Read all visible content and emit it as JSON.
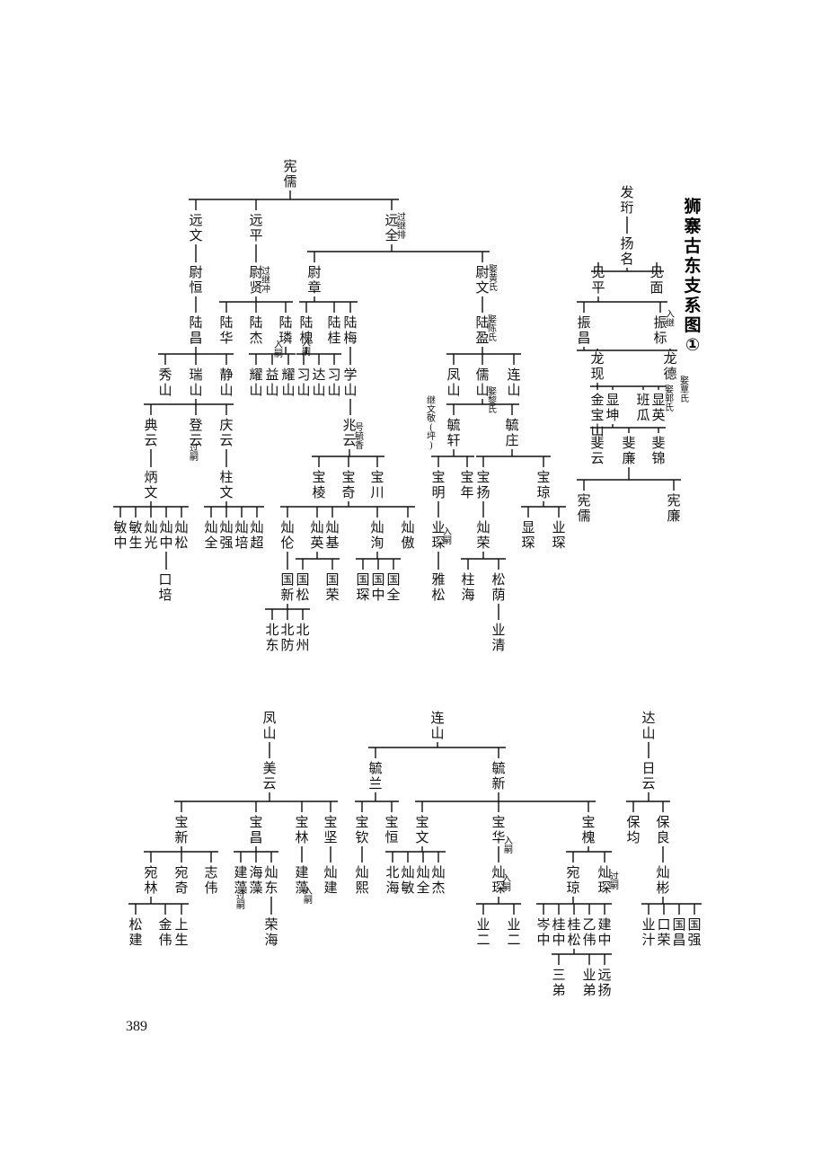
{
  "title": "狮寨古东支系图",
  "title_badge": "①",
  "page_number": "389",
  "names": {
    "n1": "宪儒",
    "n2": "远文",
    "n3": "远平",
    "n4": "远全",
    "n5": "尉恒",
    "n6": "尉贤",
    "n7": "尉章",
    "n8": "尉文",
    "n9": "陆昌",
    "n10": "陆华",
    "n11": "陆杰",
    "n12": "陆璘",
    "n13": "陆槐",
    "n14": "陆桂",
    "n15": "陆梅",
    "n16": "陆盈",
    "n17": "秀山",
    "n18": "瑞山",
    "n19": "静山",
    "n20": "耀山",
    "n21": "益山",
    "n22": "耀山",
    "n23": "习山",
    "n24": "达山",
    "n25": "习山",
    "n26": "学山",
    "n27": "凤山",
    "n28": "儒山",
    "n29": "连山",
    "n30": "典云",
    "n31": "登云",
    "n32": "庆云",
    "n33": "兆云",
    "n34": "毓轩",
    "n35": "毓庄",
    "n36": "炳文",
    "n37": "柱文",
    "n38": "宝棱",
    "n39": "宝奇",
    "n40": "宝川",
    "n41": "宝明",
    "n42": "宝年",
    "n43": "宝扬",
    "n44": "宝琼",
    "n45": "敏中",
    "n46": "敏生",
    "n47": "灿光",
    "n48": "灿中",
    "n49": "灿松",
    "n50": "灿全",
    "n51": "灿强",
    "n52": "灿培",
    "n53": "灿超",
    "n54": "灿伦",
    "n55": "灿英",
    "n56": "灿基",
    "n57": "灿洵",
    "n58": "灿傲",
    "n59": "业琛",
    "n60": "灿荣",
    "n61": "显琛",
    "n62": "业琛",
    "n63": "口培",
    "n64": "国新",
    "n65": "国松",
    "n66": "国荣",
    "n67": "国琛",
    "n68": "国中",
    "n69": "国全",
    "n70": "雅松",
    "n71": "柱海",
    "n72": "松荫",
    "n73": "北东",
    "n74": "北防",
    "n75": "北州",
    "n76": "业清",
    "r1": "发珩",
    "r2": "扬名",
    "r3": "见平",
    "r4": "见面",
    "r5": "振昌",
    "r6": "振标",
    "r7": "龙现",
    "r8": "龙德",
    "r9": "金宝山",
    "r10": "显坤",
    "r11": "班瓜",
    "r12": "显英",
    "r13": "斐云",
    "r14": "斐廉",
    "r15": "斐锦",
    "r16": "宪儒",
    "r17": "宪廉",
    "b1": "凤山",
    "b2": "连山",
    "b3": "达山",
    "b4": "美云",
    "b5": "毓兰",
    "b6": "毓新",
    "b7": "日云",
    "b8": "宝新",
    "b9": "宝昌",
    "b10": "宝林",
    "b11": "宝坚",
    "b12": "宝钦",
    "b13": "宝恒",
    "b14": "宝文",
    "b15": "宝华",
    "b16": "宝槐",
    "b17": "保均",
    "b18": "保良",
    "b19": "宛林",
    "b20": "宛奇",
    "b21": "志伟",
    "b22": "建藻",
    "b23": "海藻",
    "b24": "灿东",
    "b25": "建藻",
    "b26": "灿建",
    "b27": "灿熙",
    "b28": "北海",
    "b29": "灿敏",
    "b30": "灿全",
    "b31": "灿杰",
    "b32": "灿琛",
    "b33": "宛琼",
    "b34": "灿琛",
    "b35": "灿彬",
    "b36": "松建",
    "b37": "金伟",
    "b38": "上生",
    "b39": "荣海",
    "b40": "业二",
    "b41": "业二",
    "b42": "岑中",
    "b43": "桂中",
    "b44": "桂松",
    "b45": "乙伟",
    "b46": "建中",
    "b47": "业汁",
    "b48": "口荣",
    "b49": "国昌",
    "b50": "国强",
    "b51": "三弟",
    "b52": "业弟",
    "b53": "远扬"
  },
  "notes": {
    "a1": "过继排",
    "a2": "过继冲",
    "a3": "娶黄氏",
    "a4": "入嗣",
    "a5": "入嗣",
    "a6": "娶陈氏",
    "a7": "娶黎氏",
    "a8": "继文敬(坪)",
    "a9": "号毓香",
    "a10": "过嗣",
    "a11": "入嗣",
    "ra1": "入继",
    "ra2": "娶郭氏",
    "ra3": "娶覃氏",
    "ba1": "过嗣",
    "ba2": "入嗣",
    "ba3": "入嗣",
    "ba4": "过嗣",
    "ba5": "入嗣"
  }
}
